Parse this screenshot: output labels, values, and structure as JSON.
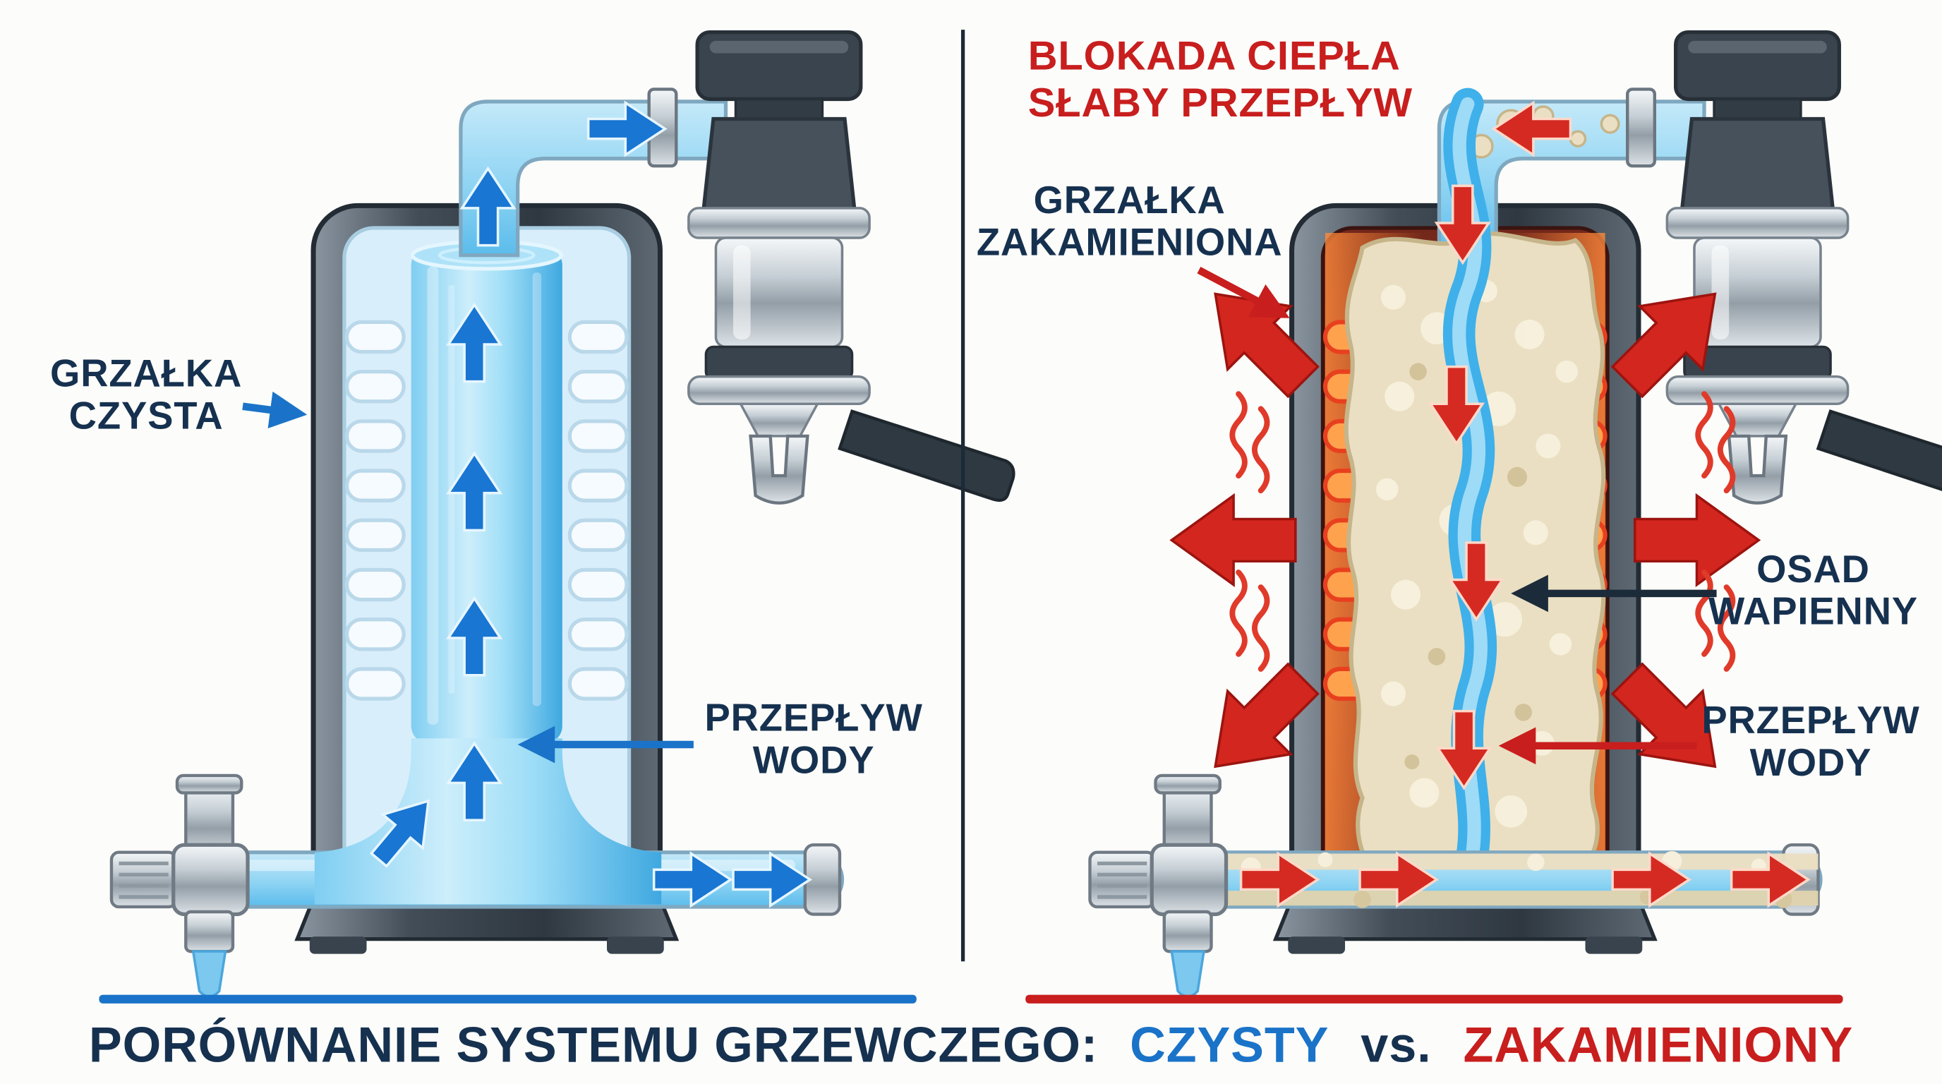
{
  "colors": {
    "navy": "#16314f",
    "blue": "#1a73c8",
    "red": "#c81e1e",
    "water": "#49b8ee",
    "scale_beige": "#eadfc2"
  },
  "left_panel": {
    "heater_label_line1": "GRZAŁKA",
    "heater_label_line2": "CZYSTA",
    "flow_label_line1": "PRZEPŁYW",
    "flow_label_line2": "WODY"
  },
  "right_panel": {
    "warning_line1": "BLOKADA CIEPŁA",
    "warning_line2": "SŁABY PRZEPŁYW",
    "heater_label_line1": "GRZAŁKA",
    "heater_label_line2": "ZAKAMIENIONA",
    "scale_label_line1": "OSAD",
    "scale_label_line2": "WAPIENNY",
    "flow_label_line1": "PRZEPŁYW",
    "flow_label_line2": "WODY"
  },
  "footer": {
    "title_prefix": "PORÓWNANIE SYSTEMU GRZEWCZEGO:",
    "title_clean": "CZYSTY",
    "title_vs": "vs.",
    "title_scaled": "ZAKAMIENIONY"
  }
}
